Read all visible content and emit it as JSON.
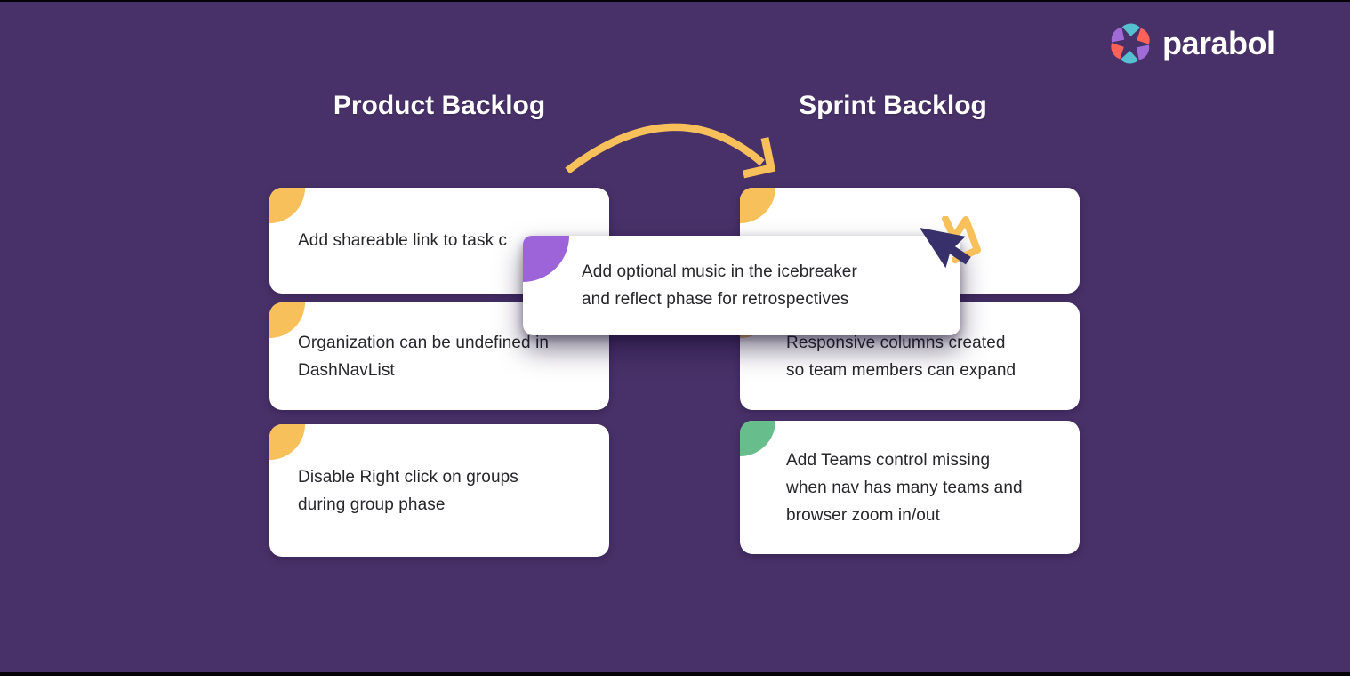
{
  "brand": {
    "wordmark": "parabol",
    "logo_colors": {
      "tomato": "#fd6157",
      "grape": "#a06bd6",
      "aqua": "#55c0cf"
    }
  },
  "theme": {
    "background": "#483168",
    "card_background": "#ffffff",
    "card_text_color": "#26262b",
    "heading_text_color": "#ffffff",
    "accent_yellow": "#f8c05a",
    "accent_purple": "#9d64d9",
    "accent_green": "#68bd8c",
    "cursor_color": "#37306a"
  },
  "columns": {
    "left": {
      "title": "Product Backlog",
      "cards": [
        {
          "lines": [
            "Add shareable link to task c"
          ],
          "accent": "#f8c05a"
        },
        {
          "lines": [
            "Organization can be undefined in",
            "DashNavList"
          ],
          "accent": "#f8c05a"
        },
        {
          "lines": [
            "Disable Right click on groups",
            "during group phase"
          ],
          "accent": "#f8c05a"
        }
      ]
    },
    "right": {
      "title": "Sprint Backlog",
      "cards": [
        {
          "lines": [],
          "accent": "#f8c05a"
        },
        {
          "lines": [
            "Responsive columns created",
            "so team members can expand"
          ],
          "accent": "#f8c05a"
        },
        {
          "lines": [
            "Add Teams control missing",
            "when nav has many teams and",
            "browser zoom in/out"
          ],
          "accent": "#68bd8c"
        }
      ]
    }
  },
  "dragged_card": {
    "lines": [
      "Add optional music in the icebreaker",
      "and reflect phase for retrospectives"
    ],
    "accent": "#9d64d9"
  }
}
